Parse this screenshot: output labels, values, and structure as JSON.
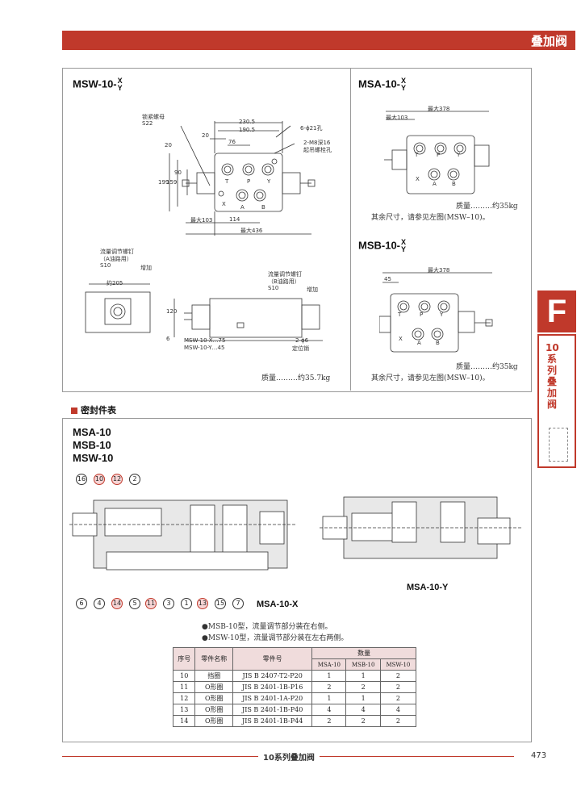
{
  "header": {
    "title": "叠加阀"
  },
  "side_tab": {
    "letter": "F",
    "text": "10\n系\n列\n叠\n加\n阀"
  },
  "msw": {
    "title": "MSW-10-",
    "title_top": "X",
    "title_bottom": "Y",
    "labels": {
      "lock_nut": "锁紧螺母",
      "lock_nut_size": "S22",
      "holes_6": "6-ϕ21孔",
      "m8": "2-M8深16",
      "lifting": "起吊螺栓孔",
      "flow_a": "流量调节螺钉",
      "flow_a2": "（A油路用）",
      "flow_a3": "S10",
      "increase_a": "增加",
      "flow_b": "流量调节螺钉",
      "flow_b2": "（B油路用）",
      "flow_b3": "S10",
      "increase_b": "增加",
      "approx205": "约205",
      "pin": "2-ϕ6",
      "pin2": "定位销",
      "len_x": "MSW-10-X…75",
      "len_y": "MSW-10-Y…45"
    },
    "dims": {
      "d2305": "230.5",
      "d1905": "190.5",
      "d20": "20",
      "d76": "76",
      "d20v": "20",
      "d90": "90",
      "d199": "199",
      "d159": "159",
      "d103": "最大103",
      "d114": "114",
      "d436": "最大436",
      "d120": "120",
      "d6": "6"
    },
    "ports": {
      "T": "T",
      "P": "P",
      "Y": "Y",
      "X": "X",
      "A": "A",
      "B": "B"
    },
    "mass": "质量………约35.7kg"
  },
  "msa": {
    "title": "MSA-10-",
    "title_top": "X",
    "title_bottom": "Y",
    "dims": {
      "d378": "最大378",
      "d103": "最大103"
    },
    "ports": {
      "T": "T",
      "P": "P",
      "Y": "Y",
      "X": "X",
      "A": "A",
      "B": "B"
    },
    "mass": "质量………约35kg",
    "note": "其余尺寸，请参见左图(MSW–10)。"
  },
  "msb": {
    "title": "MSB-10-",
    "title_top": "X",
    "title_bottom": "Y",
    "dims": {
      "d378": "最大378",
      "d45": "45"
    },
    "ports": {
      "T": "T",
      "P": "P",
      "Y": "Y",
      "X": "X",
      "A": "A",
      "B": "B"
    },
    "mass": "质量………约35kg",
    "note": "其余尺寸，请参见左图(MSW–10)。"
  },
  "seal_section": {
    "heading": "密封件表",
    "models": [
      "MSA-10",
      "MSB-10",
      "MSW-10"
    ],
    "top_callouts": [
      "16",
      "10",
      "12",
      "2"
    ],
    "bottom_callouts": [
      "6",
      "4",
      "14",
      "5",
      "11",
      "3",
      "1",
      "13",
      "15",
      "7"
    ],
    "label_x": "MSA-10-X",
    "label_y": "MSA-10-Y",
    "notes": [
      "●MSB-10型，流量调节部分装在右侧。",
      "●MSW-10型，流量调节部分装在左右两侧。"
    ]
  },
  "table": {
    "h_no": "序号",
    "h_name": "零件名称",
    "h_part": "零件号",
    "h_qty": "数量",
    "sub": [
      "MSA-10",
      "MSB-10",
      "MSW-10"
    ],
    "rows": [
      [
        "10",
        "挡圈",
        "JIS B 2407-T2-P20",
        "1",
        "1",
        "2"
      ],
      [
        "11",
        "O形圈",
        "JIS B 2401-1B-P16",
        "2",
        "2",
        "2"
      ],
      [
        "12",
        "O形圈",
        "JIS B 2401-1A-P20",
        "1",
        "1",
        "2"
      ],
      [
        "13",
        "O形圈",
        "JIS B 2401-1B-P40",
        "4",
        "4",
        "4"
      ],
      [
        "14",
        "O形圈",
        "JIS B 2401-1B-P44",
        "2",
        "2",
        "2"
      ]
    ]
  },
  "footer": {
    "title": "10系列叠加阀",
    "page": "473"
  }
}
